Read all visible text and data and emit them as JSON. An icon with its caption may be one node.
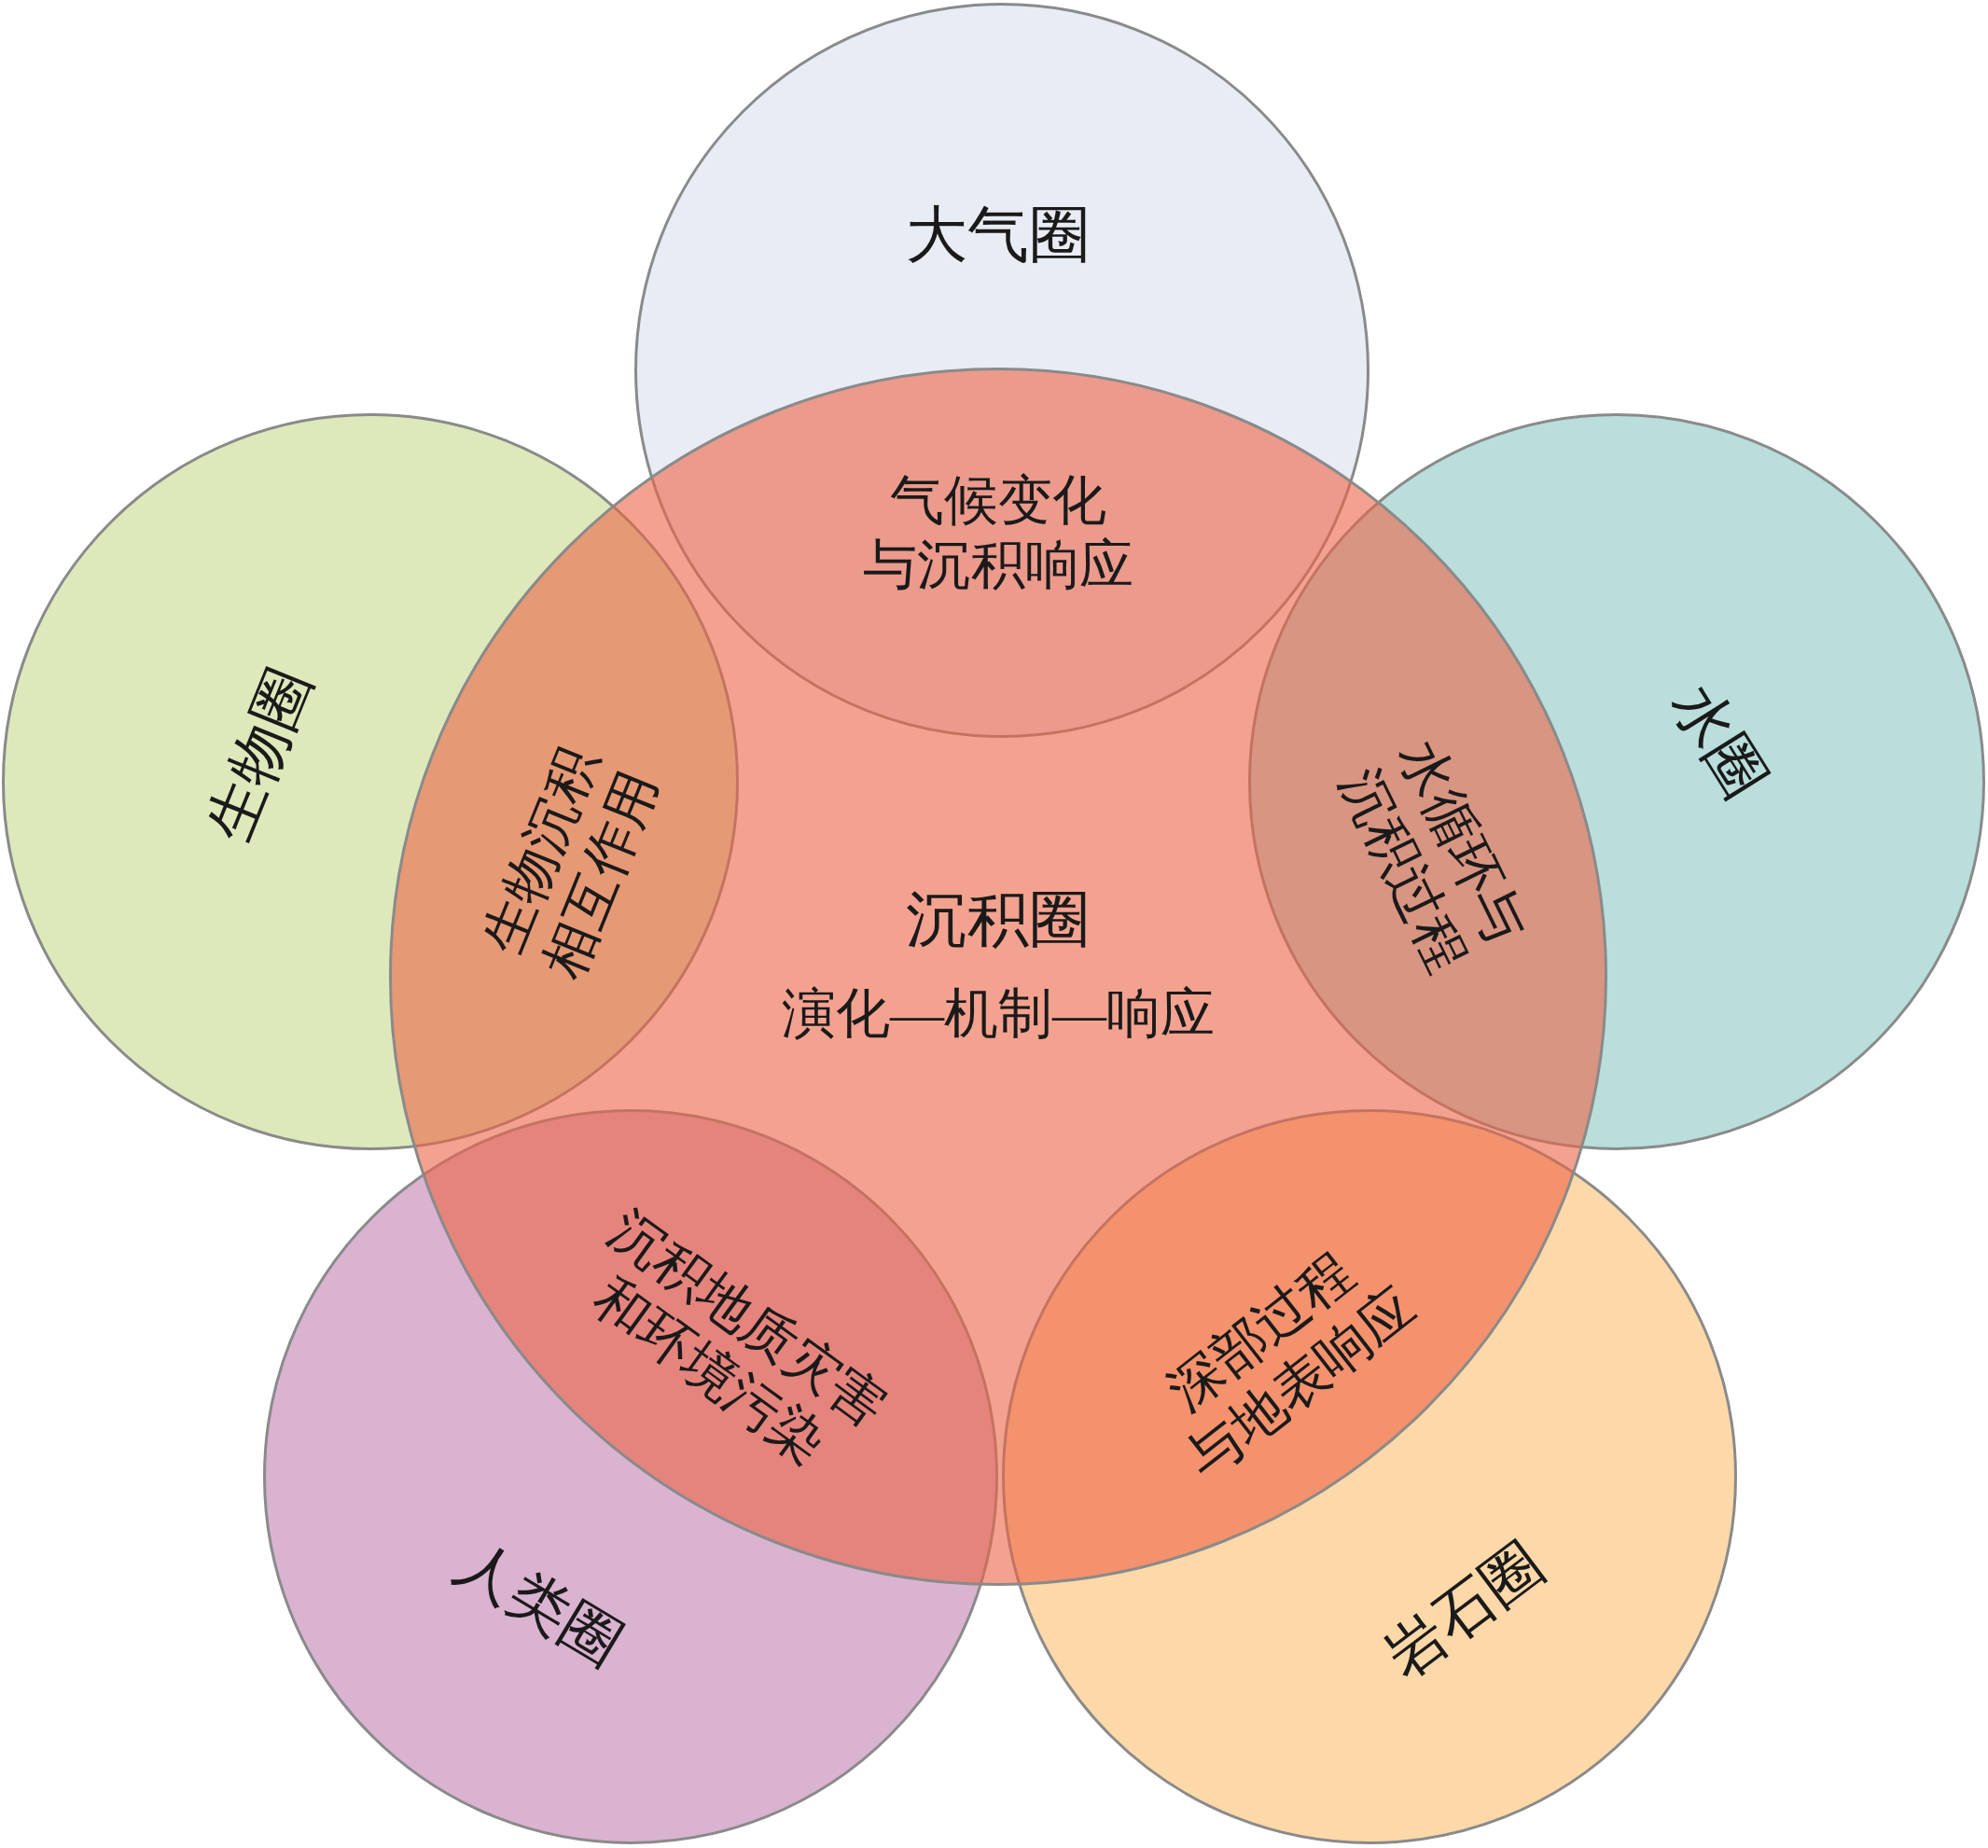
{
  "diagram": {
    "nodes": [
      {
        "text": [
          "大气圈"
        ]
      },
      {
        "text": [
          "生物圈"
        ]
      },
      {
        "text": [
          "沉积圈",
          "演化—机制—响应"
        ]
      },
      {
        "text": [
          "水圈"
        ]
      },
      {
        "text": [
          "人类圈"
        ]
      },
      {
        "text": [
          "岩石圈"
        ]
      }
    ],
    "labels": [
      "气候变化与沉积响应",
      "生物沉积相互作用",
      "水循环与沉积过程",
      "沉积地质灾害和环境污染",
      "深部过程与地表响应"
    ]
  }
}
